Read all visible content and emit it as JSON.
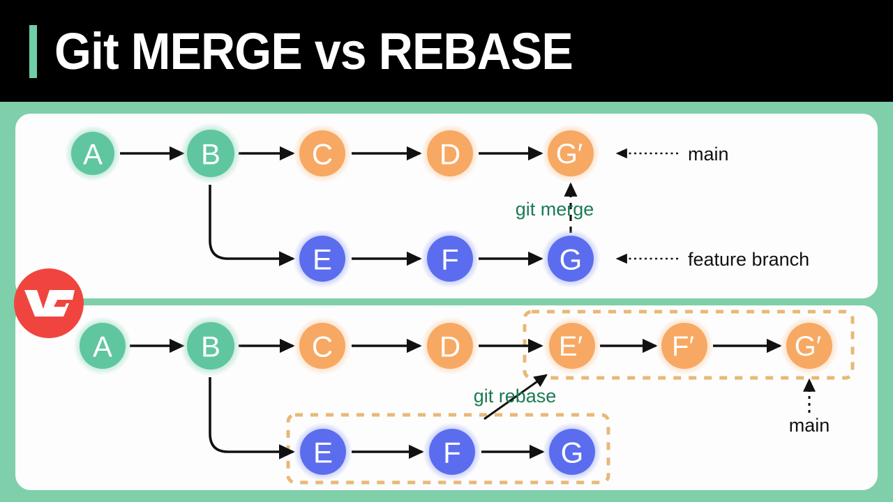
{
  "title": {
    "text": "Git MERGE vs REBASE",
    "accent_color": "#6FCFA6",
    "background": "#000000"
  },
  "badge": {
    "label": "VS",
    "color": "#F0453F"
  },
  "palette": {
    "background_green": "#7FCFAA",
    "panel_white": "#FDFDFD",
    "commit_green": "#5FC6A0",
    "commit_green_ring": "#A3DEC6",
    "commit_orange": "#F7A862",
    "commit_orange_ring": "#FBD1AC",
    "commit_blue": "#5B6DEE",
    "commit_blue_ring": "#A7B2F5",
    "command_text": "#1B7A53",
    "dashed_box": "#E8B878",
    "arrow": "#111111"
  },
  "panels": [
    {
      "name": "merge",
      "main_row": [
        {
          "label": "A",
          "color": "green"
        },
        {
          "label": "B",
          "color": "green"
        },
        {
          "label": "C",
          "color": "orange"
        },
        {
          "label": "D",
          "color": "orange"
        },
        {
          "label": "G′",
          "color": "orange"
        }
      ],
      "feature_row": [
        {
          "label": "E",
          "color": "blue"
        },
        {
          "label": "F",
          "color": "blue"
        },
        {
          "label": "G",
          "color": "blue"
        }
      ],
      "command": "git merge",
      "annotations": [
        {
          "label": "main"
        },
        {
          "label": "feature branch"
        }
      ]
    },
    {
      "name": "rebase",
      "main_row": [
        {
          "label": "A",
          "color": "green"
        },
        {
          "label": "B",
          "color": "green"
        },
        {
          "label": "C",
          "color": "orange"
        },
        {
          "label": "D",
          "color": "orange"
        },
        {
          "label": "E′",
          "color": "orange",
          "boxed": true
        },
        {
          "label": "F′",
          "color": "orange",
          "boxed": true
        },
        {
          "label": "G′",
          "color": "orange",
          "boxed": true
        }
      ],
      "feature_row": [
        {
          "label": "E",
          "color": "blue",
          "boxed": true
        },
        {
          "label": "F",
          "color": "blue",
          "boxed": true
        },
        {
          "label": "G",
          "color": "blue",
          "boxed": true
        }
      ],
      "command": "git rebase",
      "annotations": [
        {
          "label": "main"
        }
      ]
    }
  ],
  "labels": {
    "merge_main": "main",
    "merge_feature": "feature branch",
    "merge_command": "git merge",
    "rebase_command": "git rebase",
    "rebase_main": "main",
    "n_m_a": "A",
    "n_m_b": "B",
    "n_m_c": "C",
    "n_m_d": "D",
    "n_m_gp": "G′",
    "n_m_e": "E",
    "n_m_f": "F",
    "n_m_g": "G",
    "n_r_a": "A",
    "n_r_b": "B",
    "n_r_c": "C",
    "n_r_d": "D",
    "n_r_ep": "E′",
    "n_r_fp": "F′",
    "n_r_gp": "G′",
    "n_r_e": "E",
    "n_r_f": "F",
    "n_r_g": "G"
  }
}
